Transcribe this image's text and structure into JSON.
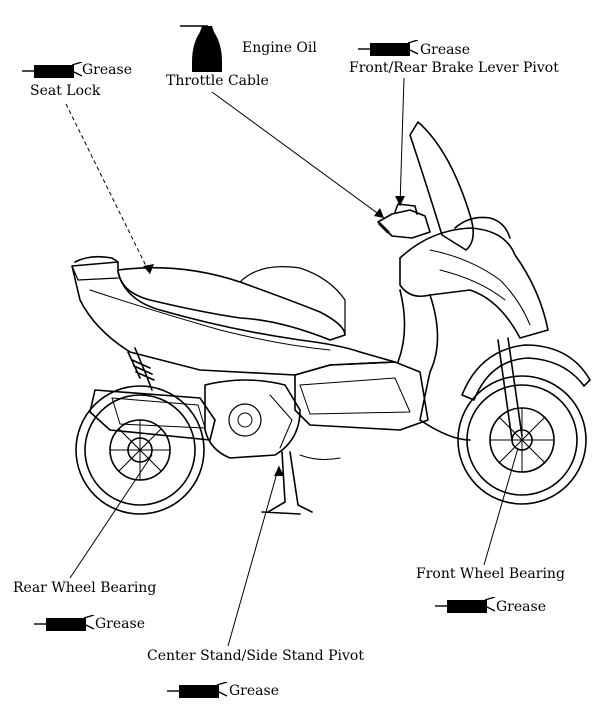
{
  "labels": {
    "engine_oil": "Engine Oil",
    "throttle_cable": "Throttle Cable",
    "seat_lock": "Seat Lock",
    "brake_pivot": "Front/Rear Brake Lever Pivot",
    "rear_wheel_bearing": "Rear Wheel Bearing",
    "front_wheel_bearing": "Front Wheel Bearing",
    "stand_pivot": "Center Stand/Side Stand Pivot"
  },
  "lubricants": {
    "seat_lock": "Grease",
    "brake_pivot": "Grease",
    "rear_wheel_bearing": "Grease",
    "front_wheel_bearing": "Grease",
    "stand_pivot": "Grease"
  },
  "icons": {
    "oil_can": "oil-can-icon",
    "grease_gun": "grease-gun-icon"
  },
  "colors": {
    "line": "#000000",
    "background": "#ffffff"
  }
}
